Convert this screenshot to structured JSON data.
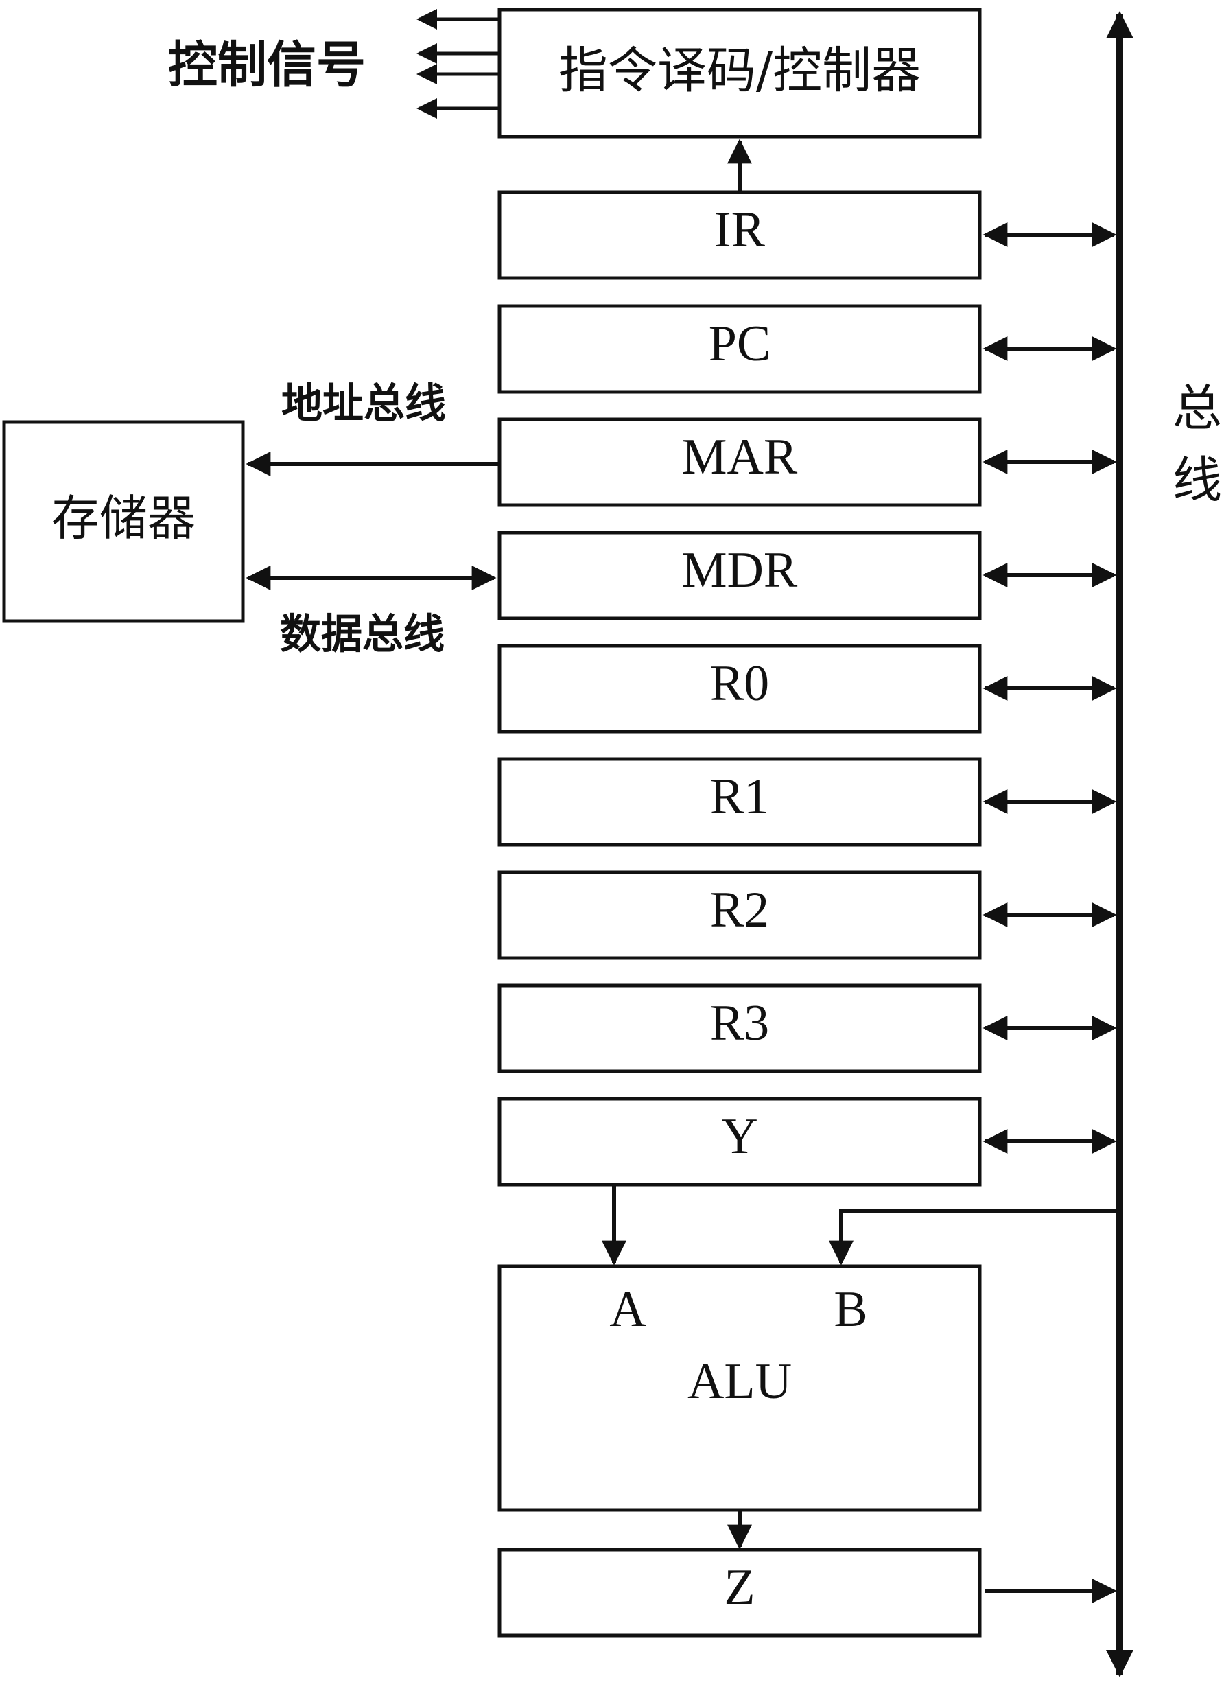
{
  "diagram": {
    "controller_label": "指令译码/控制器",
    "control_signals_label": "控制信号",
    "memory_label": "存储器",
    "address_bus_label": "地址总线",
    "data_bus_label": "数据总线",
    "bus_label_1": "总",
    "bus_label_2": "线",
    "registers": {
      "ir": "IR",
      "pc": "PC",
      "mar": "MAR",
      "mdr": "MDR",
      "r0": "R0",
      "r1": "R1",
      "r2": "R2",
      "r3": "R3",
      "y": "Y",
      "z": "Z"
    },
    "alu": {
      "label": "ALU",
      "input_a": "A",
      "input_b": "B"
    }
  }
}
